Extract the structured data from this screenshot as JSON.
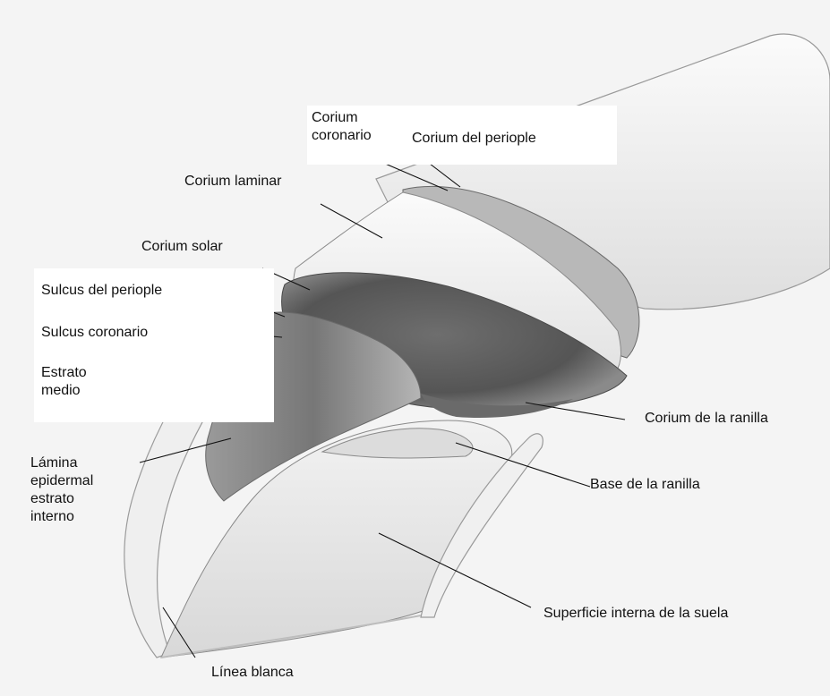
{
  "labels": {
    "corium_coronario": "Corium\ncoronario",
    "corium_periople": "Corium del periople",
    "corium_laminar": "Corium laminar",
    "corium_solar": "Corium solar",
    "sulcus_periople": "Sulcus del periople",
    "sulcus_coronario": "Sulcus coronario",
    "estrato_medio": "Estrato\nmedio",
    "lamina_epidermal": "Lámina\nepidermal\nestrato\ninterno",
    "corium_ranilla": "Corium de la ranilla",
    "base_ranilla": "Base de la ranilla",
    "superficie_suela": "Superficie interna de la suela",
    "linea_blanca": "Línea blanca"
  }
}
